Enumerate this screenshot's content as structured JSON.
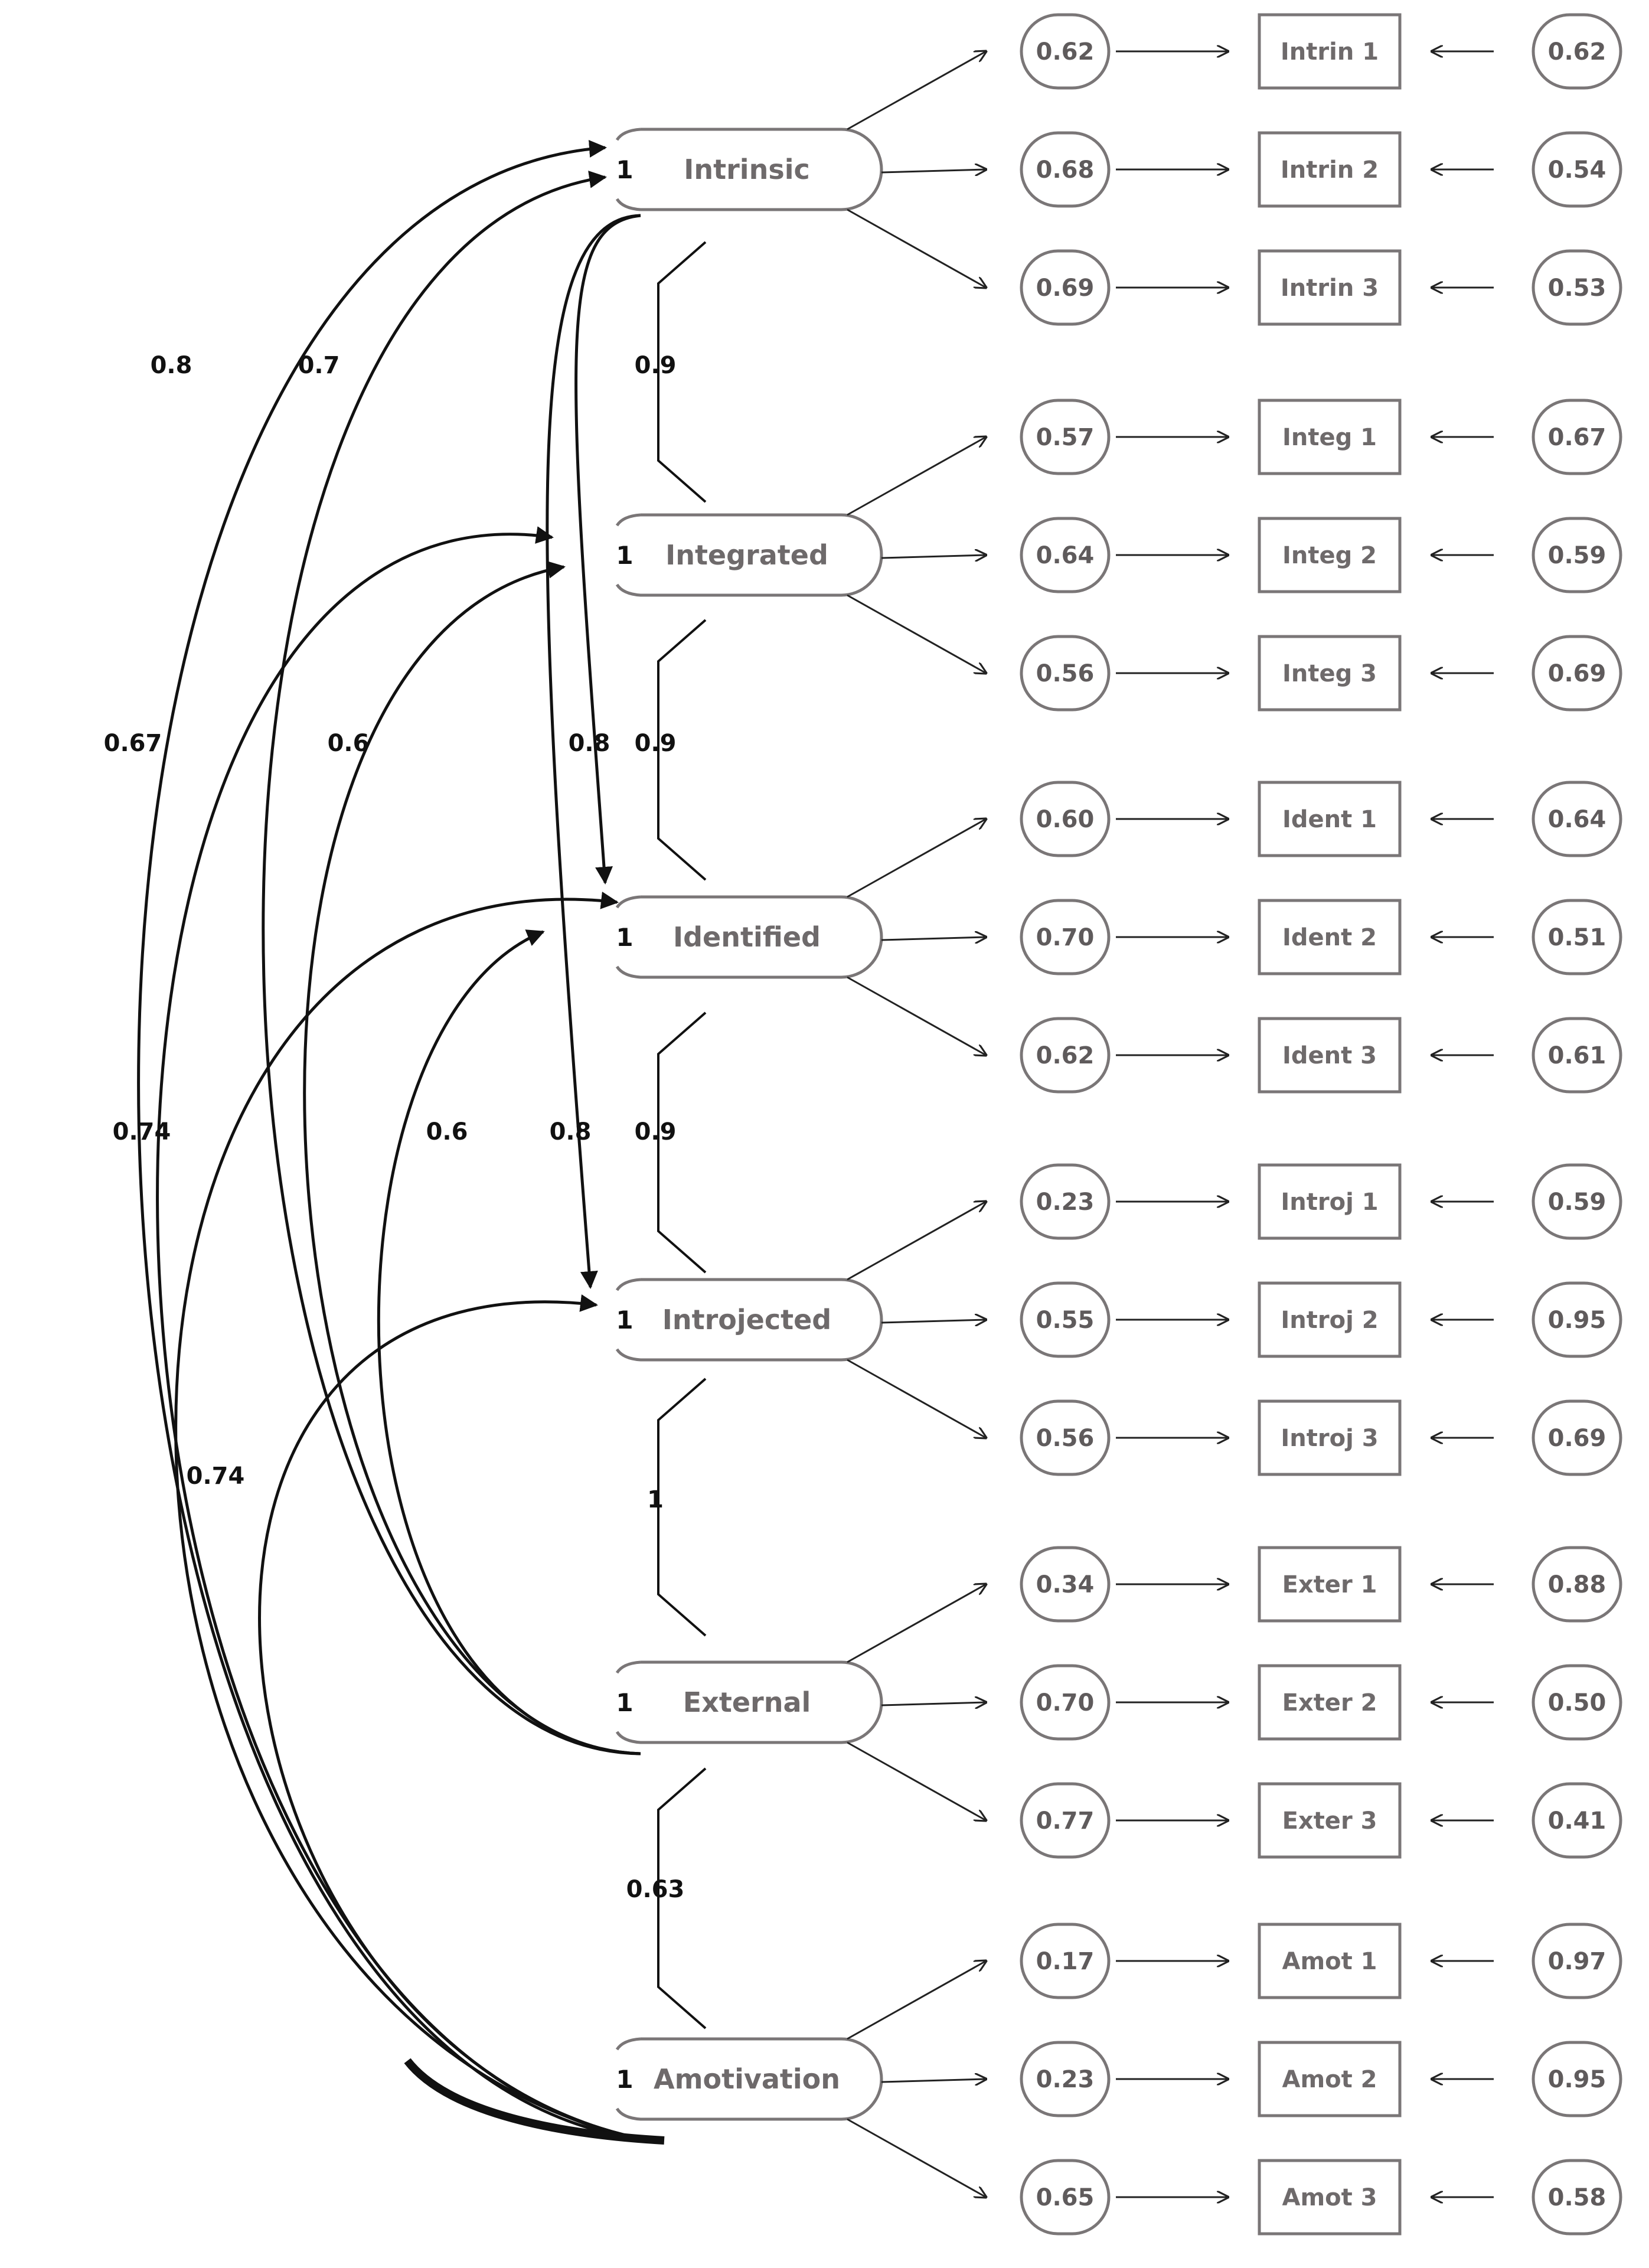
{
  "factors": [
    {
      "name": "Intrinsic",
      "fix": "1",
      "indicators": [
        {
          "label": "Intrin 1",
          "loading": "0.62",
          "error": "0.62"
        },
        {
          "label": "Intrin 2",
          "loading": "0.68",
          "error": "0.54"
        },
        {
          "label": "Intrin 3",
          "loading": "0.69",
          "error": "0.53"
        }
      ]
    },
    {
      "name": "Integrated",
      "fix": "1",
      "indicators": [
        {
          "label": "Integ 1",
          "loading": "0.57",
          "error": "0.67"
        },
        {
          "label": "Integ 2",
          "loading": "0.64",
          "error": "0.59"
        },
        {
          "label": "Integ 3",
          "loading": "0.56",
          "error": "0.69"
        }
      ]
    },
    {
      "name": "Identified",
      "fix": "1",
      "indicators": [
        {
          "label": "Ident 1",
          "loading": "0.60",
          "error": "0.64"
        },
        {
          "label": "Ident 2",
          "loading": "0.70",
          "error": "0.51"
        },
        {
          "label": "Ident 3",
          "loading": "0.62",
          "error": "0.61"
        }
      ]
    },
    {
      "name": "Introjected",
      "fix": "1",
      "indicators": [
        {
          "label": "Introj 1",
          "loading": "0.23",
          "error": "0.59"
        },
        {
          "label": "Introj 2",
          "loading": "0.55",
          "error": "0.95"
        },
        {
          "label": "Introj 3",
          "loading": "0.56",
          "error": "0.69"
        }
      ]
    },
    {
      "name": "External",
      "fix": "1",
      "indicators": [
        {
          "label": "Exter 1",
          "loading": "0.34",
          "error": "0.88"
        },
        {
          "label": "Exter 2",
          "loading": "0.70",
          "error": "0.50"
        },
        {
          "label": "Exter 3",
          "loading": "0.77",
          "error": "0.41"
        }
      ]
    },
    {
      "name": "Amotivation",
      "fix": "1",
      "indicators": [
        {
          "label": "Amot 1",
          "loading": "0.17",
          "error": "0.97"
        },
        {
          "label": "Amot 2",
          "loading": "0.23",
          "error": "0.95"
        },
        {
          "label": "Amot 3",
          "loading": "0.65",
          "error": "0.58"
        }
      ]
    }
  ],
  "adjacent_correlations": [
    {
      "between": [
        "Intrinsic",
        "Integrated"
      ],
      "value": "0.9"
    },
    {
      "between": [
        "Integrated",
        "Identified"
      ],
      "value": "0.9"
    },
    {
      "between": [
        "Identified",
        "Introjected"
      ],
      "value": "0.9"
    },
    {
      "between": [
        "Introjected",
        "External"
      ],
      "value": "1"
    },
    {
      "between": [
        "External",
        "Amotivation"
      ],
      "value": "0.63"
    }
  ],
  "curved_correlations": [
    {
      "between": [
        "Amotivation",
        "Intrinsic"
      ],
      "value": "0.8"
    },
    {
      "between": [
        "External",
        "Intrinsic"
      ],
      "value": "0.7"
    },
    {
      "between": [
        "Amotivation",
        "Integrated"
      ],
      "value": "0.67"
    },
    {
      "between": [
        "External",
        "Integrated"
      ],
      "value": "0.6"
    },
    {
      "between": [
        "Intrinsic",
        "Identified"
      ],
      "value": "0.8"
    },
    {
      "between": [
        "Amotivation",
        "Identified"
      ],
      "value": "0.74"
    },
    {
      "between": [
        "External",
        "Identified"
      ],
      "value": "0.6"
    },
    {
      "between": [
        "Intrinsic",
        "Introjected"
      ],
      "value": "0.8"
    },
    {
      "between": [
        "Amotivation",
        "Introjected"
      ],
      "value": "0.74"
    }
  ]
}
